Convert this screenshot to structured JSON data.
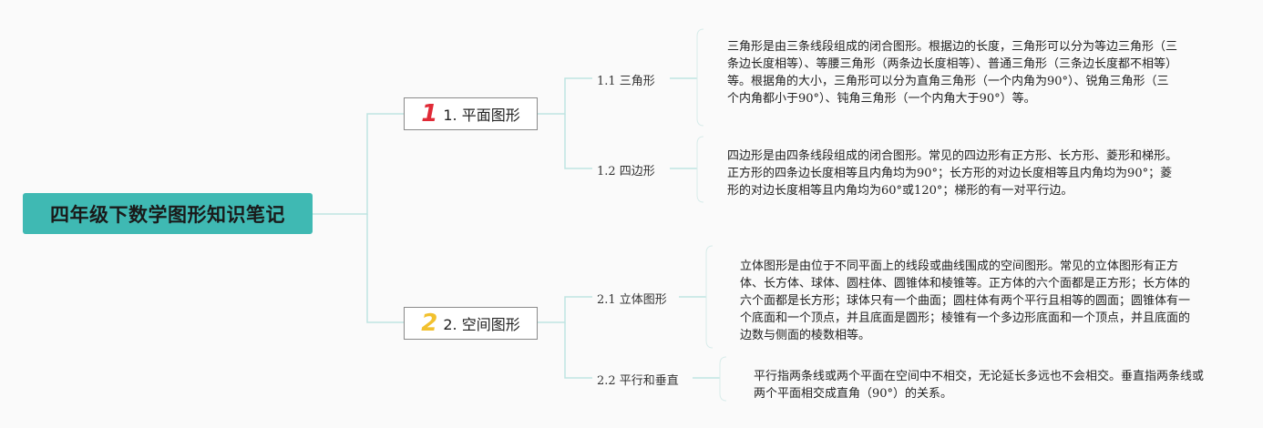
{
  "root": {
    "title": "四年级下数学图形知识笔记"
  },
  "branches": [
    {
      "number": "1",
      "label": "1. 平面图形",
      "children": [
        {
          "label": "1.1 三角形",
          "note": "三角形是由三条线段组成的闭合图形。根据边的长度，三角形可以分为等边三角形（三条边长度相等）、等腰三角形（两条边长度相等）、普通三角形（三条边长度都不相等）等。根据角的大小，三角形可以分为直角三角形（一个内角为90°）、锐角三角形（三个内角都小于90°）、钝角三角形（一个内角大于90°）等。"
        },
        {
          "label": "1.2 四边形",
          "note": "四边形是由四条线段组成的闭合图形。常见的四边形有正方形、长方形、菱形和梯形。正方形的四条边长度相等且内角均为90°；长方形的对边长度相等且内角均为90°；菱形的对边长度相等且内角均为60°或120°；梯形的有一对平行边。"
        }
      ]
    },
    {
      "number": "2",
      "label": "2. 空间图形",
      "children": [
        {
          "label": "2.1 立体图形",
          "note": "立体图形是由位于不同平面上的线段或曲线围成的空间图形。常见的立体图形有正方体、长方体、球体、圆柱体、圆锥体和棱锥等。正方体的六个面都是正方形；长方体的六个面都是长方形；球体只有一个曲面；圆柱体有两个平行且相等的圆面；圆锥体有一个底面和一个顶点，并且底面是圆形；棱锥有一个多边形底面和一个顶点，并且底面的边数与侧面的棱数相等。"
        },
        {
          "label": "2.2 平行和垂直",
          "note": "平行指两条线或两个平面在空间中不相交，无论延长多远也不会相交。垂直指两条线或两个平面相交成直角（90°）的关系。"
        }
      ]
    }
  ],
  "colors": {
    "root_bg": "#3fb9b3",
    "line": "#bfe4e1",
    "num1": "#e02a36",
    "num2": "#f2c12e"
  }
}
